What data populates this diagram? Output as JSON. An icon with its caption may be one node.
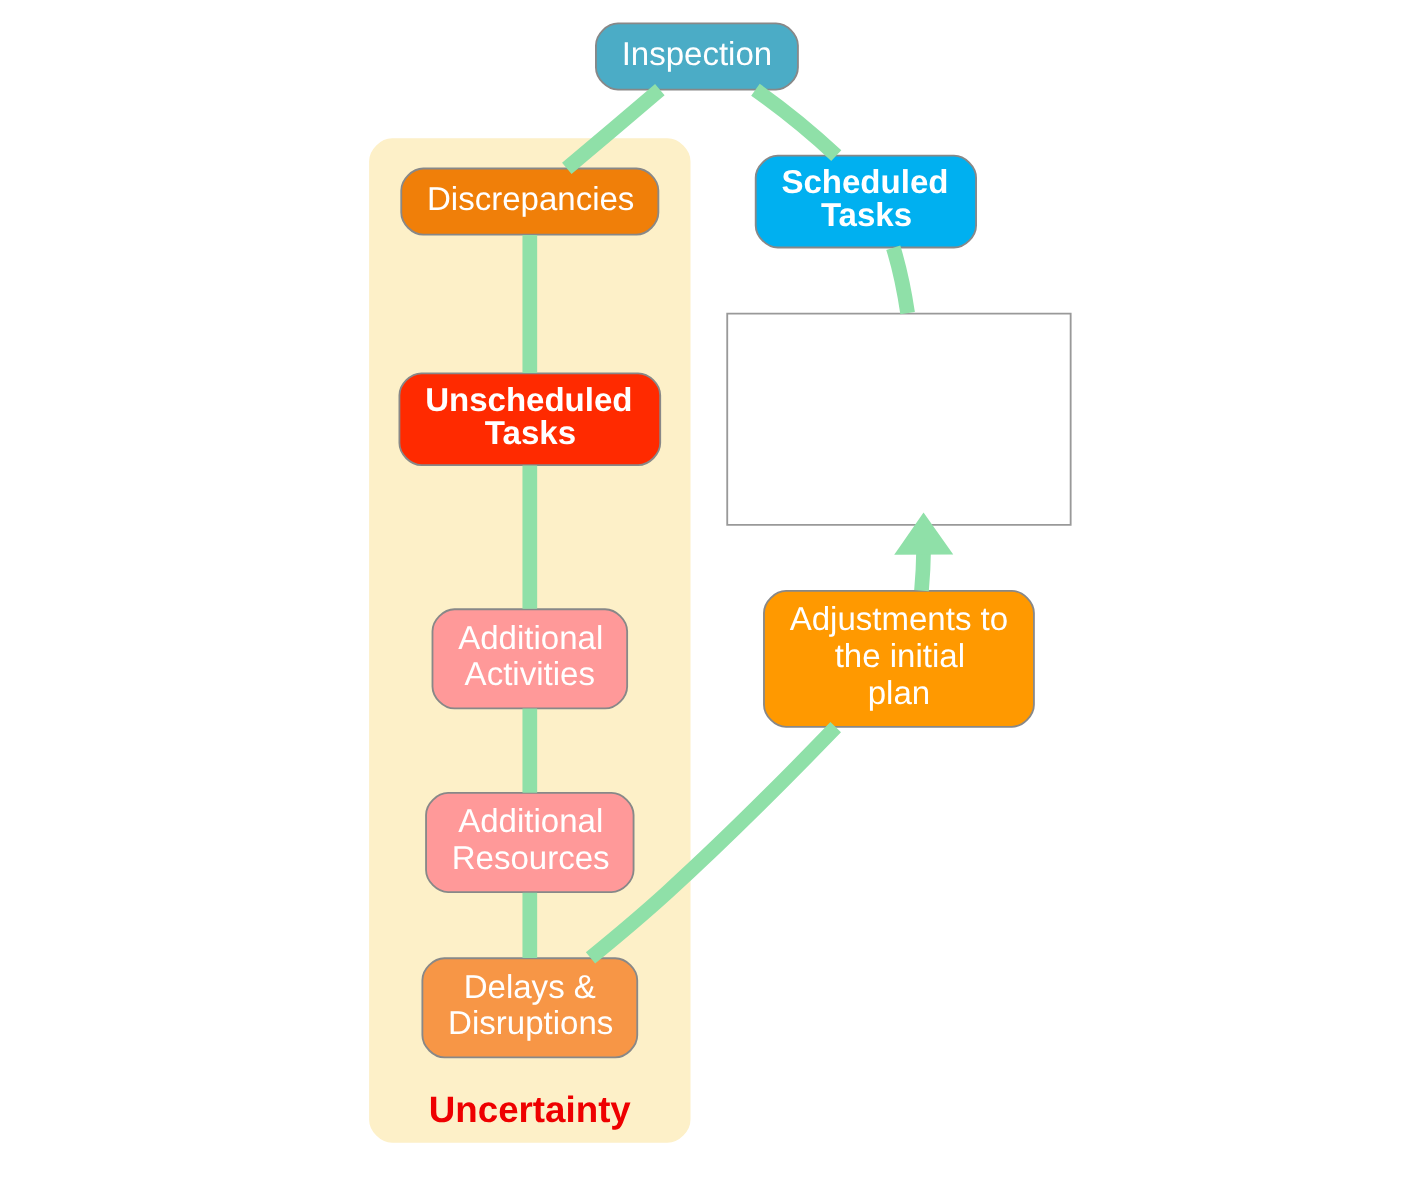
{
  "diagram": {
    "nodes": [
      {
        "text": [
          "Inspection"
        ]
      },
      {
        "text": [
          "Scheduled Tasks"
        ]
      },
      {
        "text": [
          "Uncertainty"
        ]
      },
      {
        "text": [
          "Discrepancies"
        ],
        "in": 2
      },
      {
        "text": [
          "Unscheduled Tasks"
        ],
        "in": 2
      },
      {
        "text": [
          "Additional Activities"
        ],
        "in": 2
      },
      {
        "text": [
          "Additional Resources"
        ],
        "in": 2
      },
      {
        "text": [
          "Delays & Disruptions"
        ],
        "in": 2
      },
      {
        "text": [],
        "shape": "box"
      },
      {
        "text": [
          "Adjustments to the initial plan"
        ]
      }
    ],
    "edges": [
      {
        "from": 1,
        "to": 0,
        "arrow": "none"
      },
      {
        "from": 0,
        "to": 3,
        "arrow": "none"
      },
      {
        "from": 3,
        "to": 4,
        "arrow": "none"
      },
      {
        "from": 4,
        "to": 5,
        "arrow": "none"
      },
      {
        "from": 5,
        "to": 6,
        "arrow": "none"
      },
      {
        "from": 6,
        "to": 7,
        "arrow": "none"
      },
      {
        "from": 7,
        "to": 9,
        "arrow": "none"
      },
      {
        "from": 9,
        "to": 8,
        "arrow": "to"
      },
      {
        "from": 8,
        "to": 1,
        "arrow": "none"
      }
    ]
  }
}
